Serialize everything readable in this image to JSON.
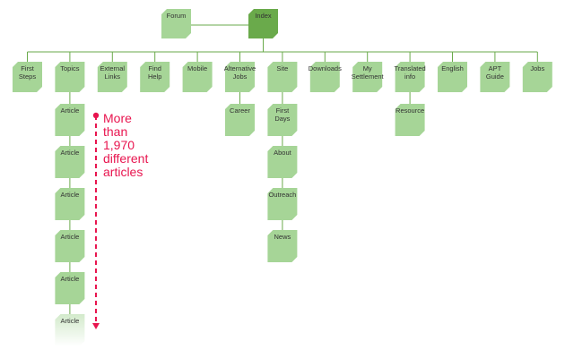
{
  "colors": {
    "node_light": "#a6d597",
    "node_dark": "#6aaa4b",
    "line": "#6aaa4b",
    "note": "#e8154f",
    "label": "#333333"
  },
  "top": {
    "forum": "Forum",
    "index": "Index"
  },
  "level1": [
    {
      "label": "First\nSteps"
    },
    {
      "label": "Topics"
    },
    {
      "label": "External\nLinks"
    },
    {
      "label": "Find\nHelp"
    },
    {
      "label": "Mobile"
    },
    {
      "label": "Alternative\nJobs"
    },
    {
      "label": "Site"
    },
    {
      "label": "Downloads"
    },
    {
      "label": "My\nSettlement"
    },
    {
      "label": "Translated\ninfo"
    },
    {
      "label": "English"
    },
    {
      "label": "APT\nGuide"
    },
    {
      "label": "Jobs"
    }
  ],
  "children": {
    "topics": [
      "Article",
      "Article",
      "Article",
      "Article",
      "Article",
      "Article"
    ],
    "alternative_jobs": [
      "Career"
    ],
    "site": [
      "First\nDays",
      "About",
      "Outreach",
      "News"
    ],
    "translated_info": [
      "Resource"
    ]
  },
  "annotation": {
    "lines": [
      "More",
      "than",
      "1,970",
      "different",
      "articles"
    ]
  }
}
